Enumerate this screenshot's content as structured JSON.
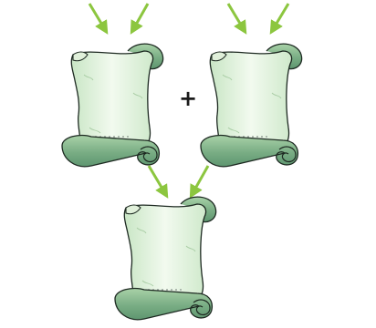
{
  "diagram": {
    "operator_symbol": "+",
    "nodes": [
      {
        "id": "scroll-left",
        "role": "input"
      },
      {
        "id": "scroll-right",
        "role": "input"
      },
      {
        "id": "scroll-result",
        "role": "output"
      }
    ],
    "arrows": [
      {
        "target": "scroll-left",
        "count": 2,
        "direction": "down"
      },
      {
        "target": "scroll-right",
        "count": 2,
        "direction": "down"
      },
      {
        "target": "scroll-result",
        "count": 2,
        "direction": "down"
      }
    ],
    "colors": {
      "arrow": "#8cc63f",
      "scroll_fill_light": "#e9f5e4",
      "scroll_fill_dark": "#7db387",
      "scroll_outline": "#1e2a22",
      "dots": "#9aa59c"
    }
  }
}
